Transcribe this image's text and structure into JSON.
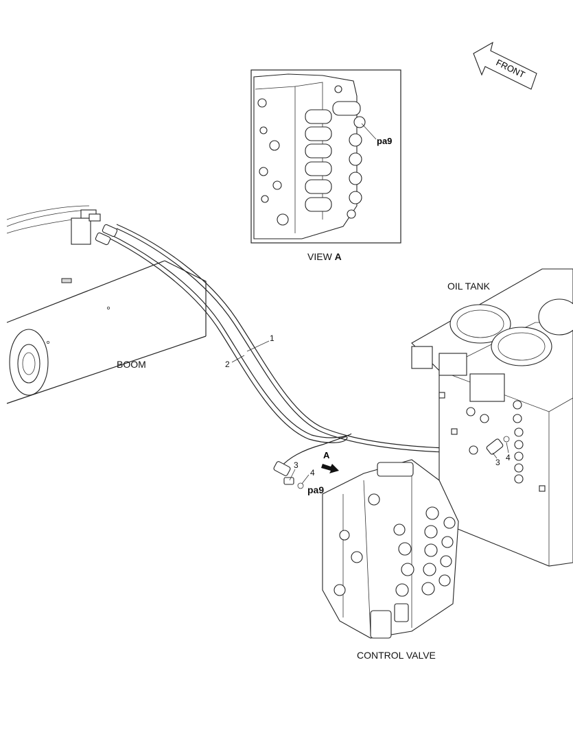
{
  "view_label": {
    "text": "VIEW",
    "letter": "A"
  },
  "inset_callout": "pa9",
  "front_arrow": "FRONT",
  "oil_tank": "OIL TANK",
  "boom": "BOOM",
  "control_valve": "CONTROL VALVE",
  "flow_letter": "A",
  "callouts": {
    "hose_1": "1",
    "hose_2": "2",
    "fitting_3_left": "3",
    "oring_4_left": "4",
    "port_left": "pa9",
    "fitting_3_right": "3",
    "oring_4_right": "4"
  }
}
